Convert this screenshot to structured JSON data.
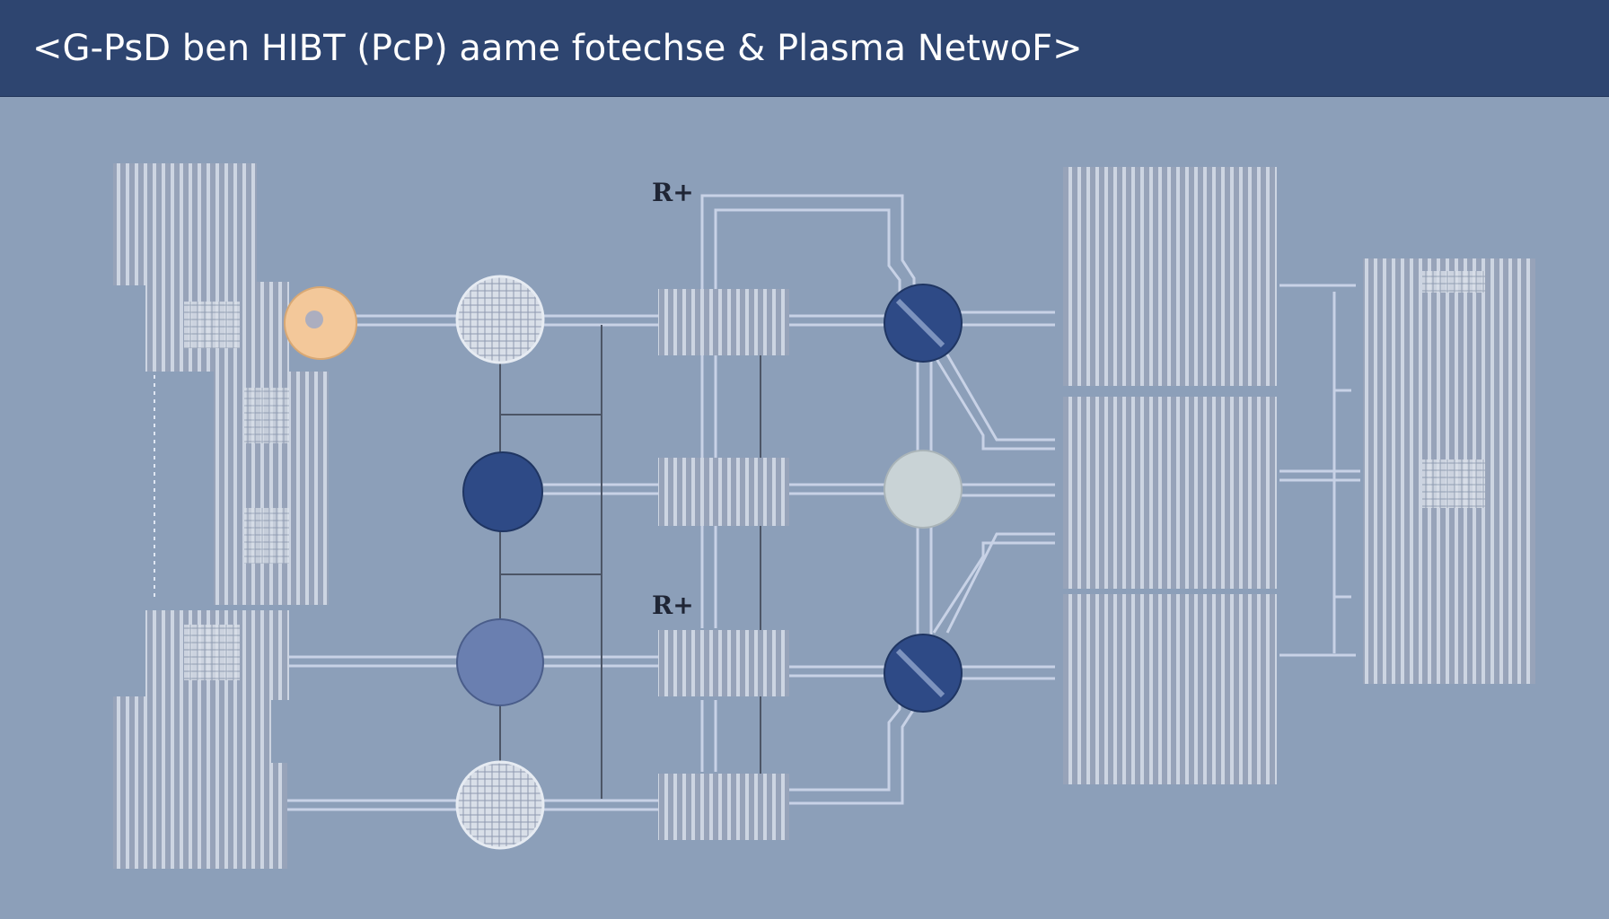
{
  "header": {
    "title": "<G-PsD ben HIBT (PcP) aame fotechse & Plasma NetwoF>"
  },
  "diagram": {
    "labels": {
      "r_top": "R+",
      "r_bottom": "R+"
    },
    "colors": {
      "background": "#8c9fb9",
      "header": "#2e4570",
      "panel": "#9aa6bc",
      "stripe": "#c9d1de",
      "line": "#c8d2e6",
      "node_navy": "#2e4a86",
      "node_peach": "#f3c89a",
      "node_grey": "#c9d3d6"
    }
  }
}
